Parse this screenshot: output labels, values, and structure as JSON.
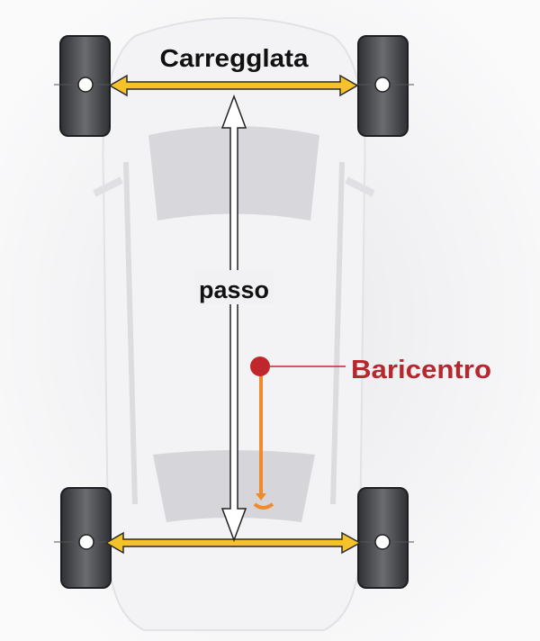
{
  "labels": {
    "track": "Carregglata",
    "wheelbase": "passo",
    "center_of_gravity": "Baricentro"
  },
  "colors": {
    "track_arrow": "#f5c22a",
    "cog": "#c0272d",
    "cog_line": "#f08a2c",
    "tire": "#3a3c40"
  }
}
